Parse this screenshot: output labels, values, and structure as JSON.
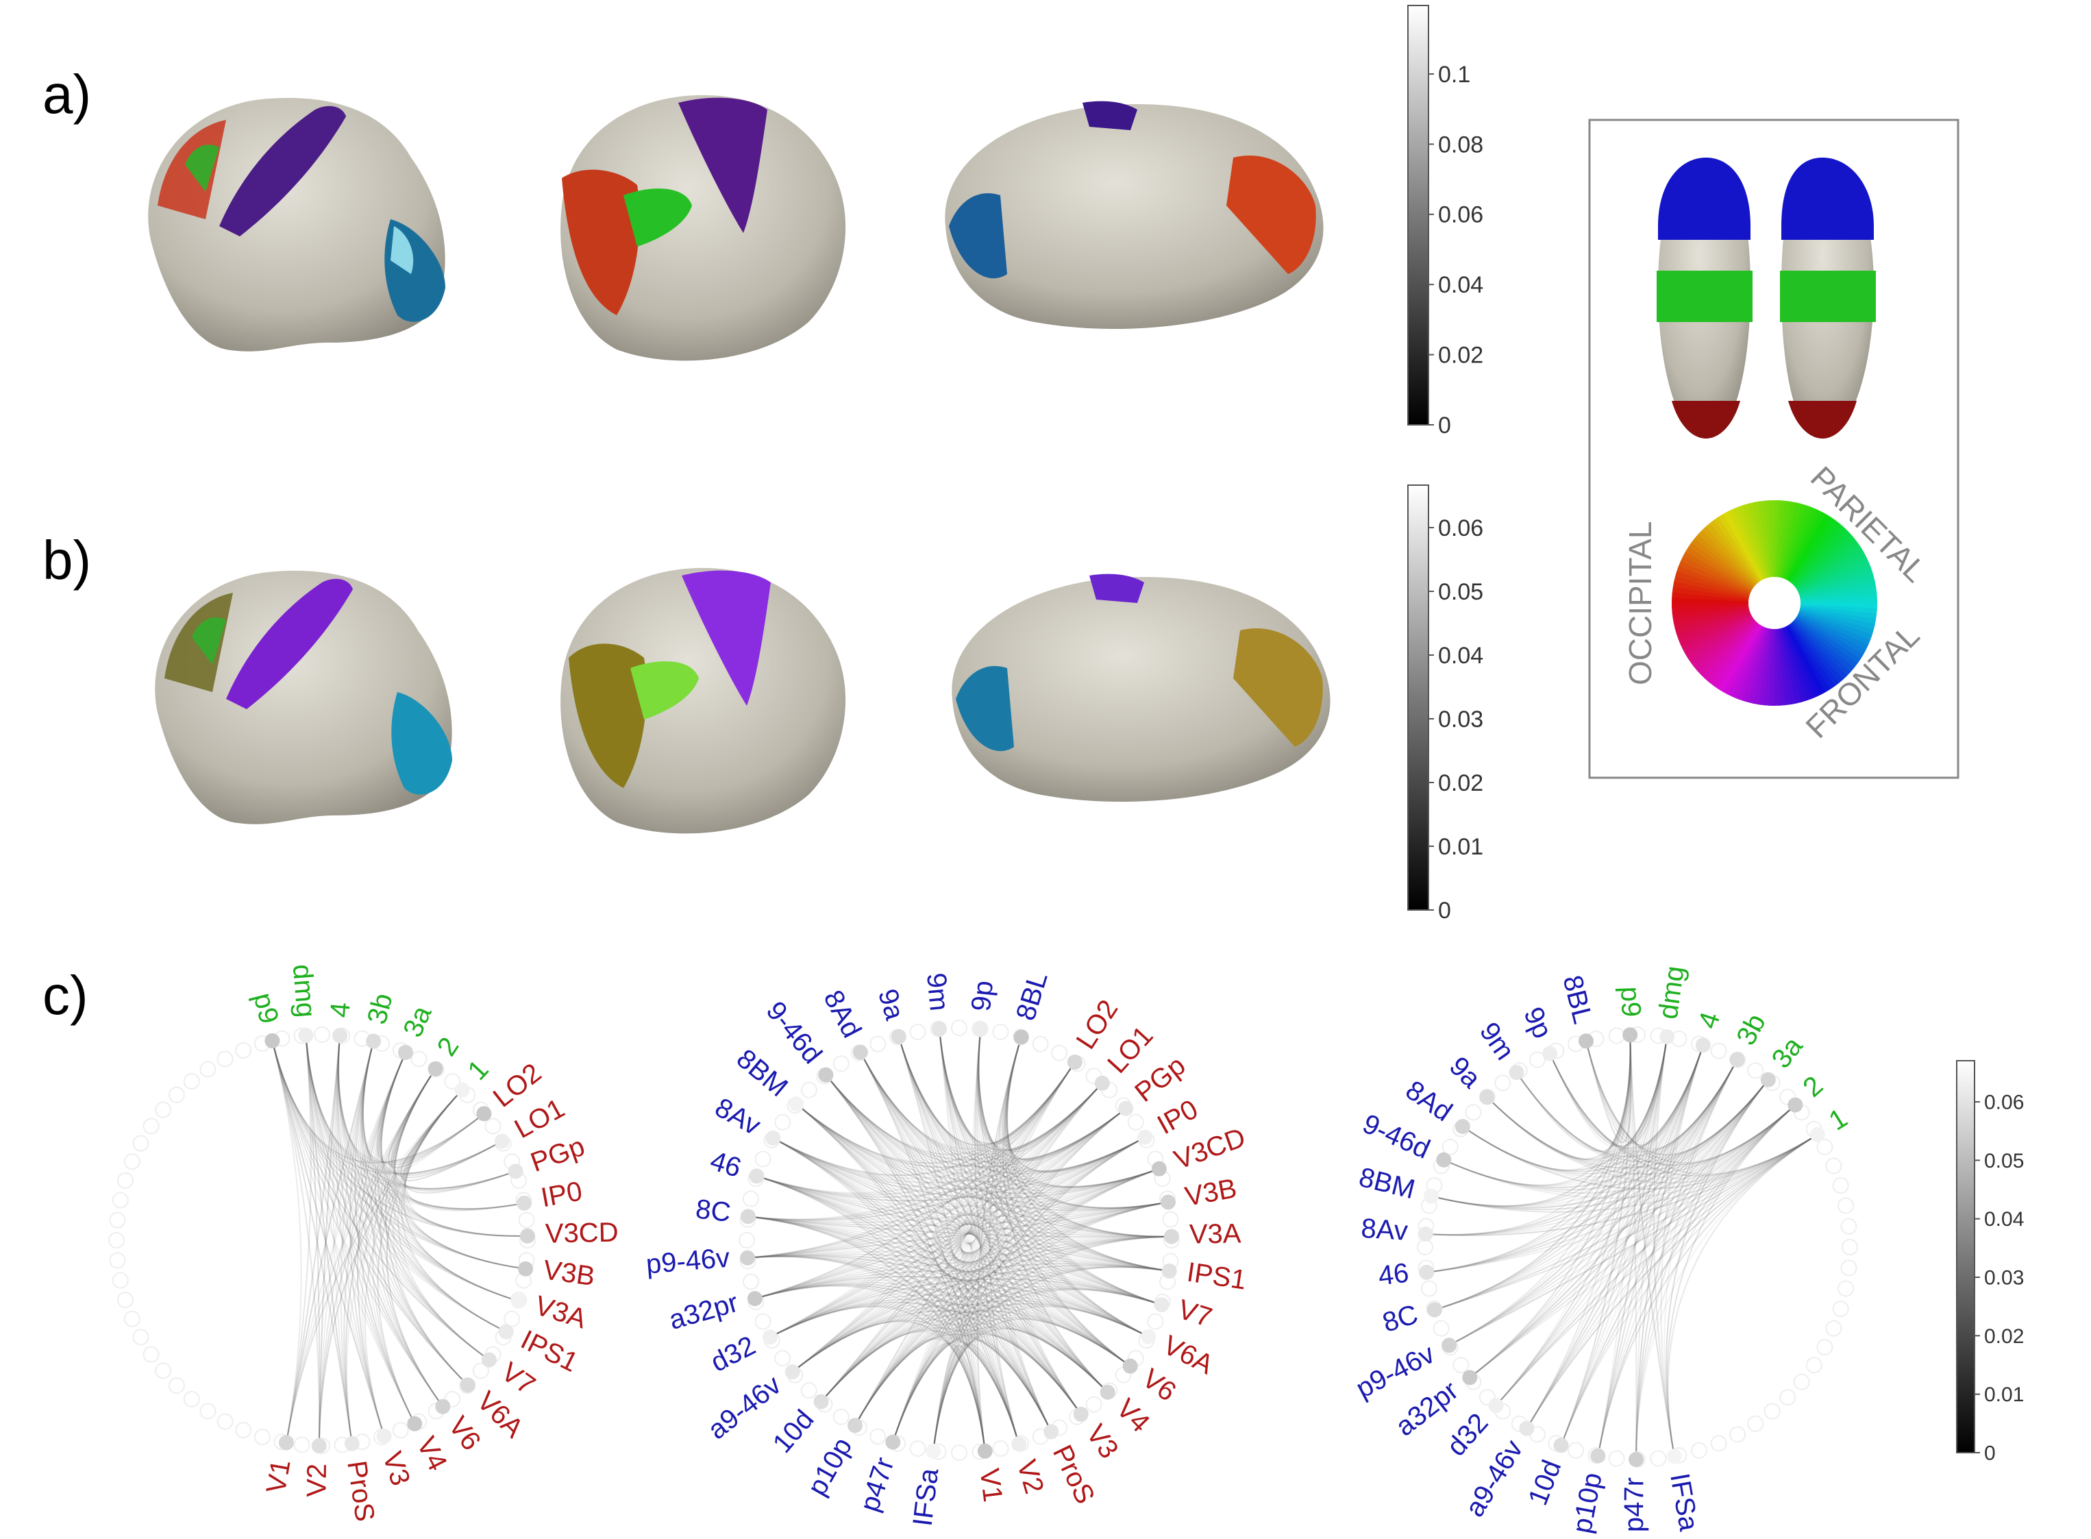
{
  "panels": {
    "a": "a)",
    "b": "b)",
    "c": "c)"
  },
  "colorbars": {
    "a": {
      "ticks": [
        "0.1",
        "0.08",
        "0.06",
        "0.04",
        "0.02",
        "0"
      ]
    },
    "b": {
      "ticks": [
        "0.06",
        "0.05",
        "0.04",
        "0.03",
        "0.02",
        "0.01",
        "0"
      ]
    },
    "c": {
      "ticks": [
        "0.06",
        "0.05",
        "0.04",
        "0.03",
        "0.02",
        "0.01",
        "0"
      ]
    }
  },
  "legend": {
    "lobes": [
      "OCCIPITAL",
      "PARIETAL",
      "FRONTAL"
    ]
  },
  "colors": {
    "occipital": "#b01a1a",
    "parietal": "#1faa1f",
    "frontal": "#1b1bb0",
    "surface": "#c9c6bb",
    "violet": "#7a1fc4",
    "cyan": "#1ea5c8"
  },
  "circles": {
    "left": {
      "green": [
        "p9",
        "dmg",
        "4",
        "3b",
        "3a",
        "2",
        "1"
      ],
      "red": [
        "LO2",
        "LO1",
        "PGp",
        "IP0",
        "V3CD",
        "V3B",
        "V3A",
        "IPS1",
        "V7",
        "V6A",
        "V6",
        "V4",
        "V3",
        "ProS",
        "V2",
        "V1"
      ]
    },
    "middle": {
      "blue": [
        "8BL",
        "9p",
        "9m",
        "9a",
        "8Ad",
        "9-46d",
        "8BM",
        "8Av",
        "46",
        "8C",
        "p9-46v",
        "a32pr",
        "d32",
        "a9-46v",
        "10d",
        "p10p",
        "p47r",
        "IFSa"
      ],
      "red": [
        "V1",
        "V2",
        "ProS",
        "V3",
        "V4",
        "V6",
        "V6A",
        "V7",
        "IPS1",
        "V3A",
        "V3B",
        "V3CD",
        "IP0",
        "PGp",
        "LO1",
        "LO2"
      ]
    },
    "right": {
      "blue": [
        "8BL",
        "9p",
        "9m",
        "9a",
        "8Ad",
        "9-46d",
        "8BM",
        "8Av",
        "46",
        "8C",
        "p9-46v",
        "a32pr",
        "d32",
        "a9-46v",
        "10d",
        "p10p",
        "p47r",
        "IFSa"
      ],
      "green": [
        "p9",
        "dmg",
        "4",
        "3b",
        "3a",
        "2",
        "1"
      ]
    }
  }
}
